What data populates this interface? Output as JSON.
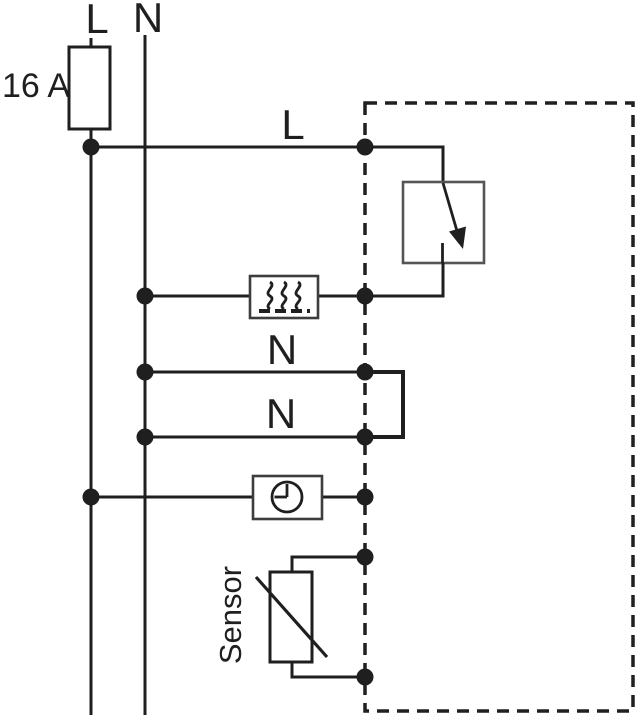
{
  "diagram": {
    "type": "electrical-wiring-diagram",
    "colors": {
      "background": "#ffffff",
      "line": "#1f1f1f",
      "component": "#3d3d3d"
    },
    "labels": {
      "supply_phase": "L",
      "supply_neutral": "N",
      "fuse_rating": "16 A",
      "phase_terminal_wire": "L",
      "neutral_wire_top": "N",
      "neutral_wire_bottom": "N",
      "sensor": "Sensor"
    },
    "components": {
      "fuse": "fuse-16A",
      "device": "thermostat-dashed-outline",
      "switch": "internal-relay-switch",
      "load": "heating-element",
      "neutral_link": "neutral-bridge-jumper",
      "timer": "clock",
      "sensor": "temperature-sensor"
    }
  }
}
